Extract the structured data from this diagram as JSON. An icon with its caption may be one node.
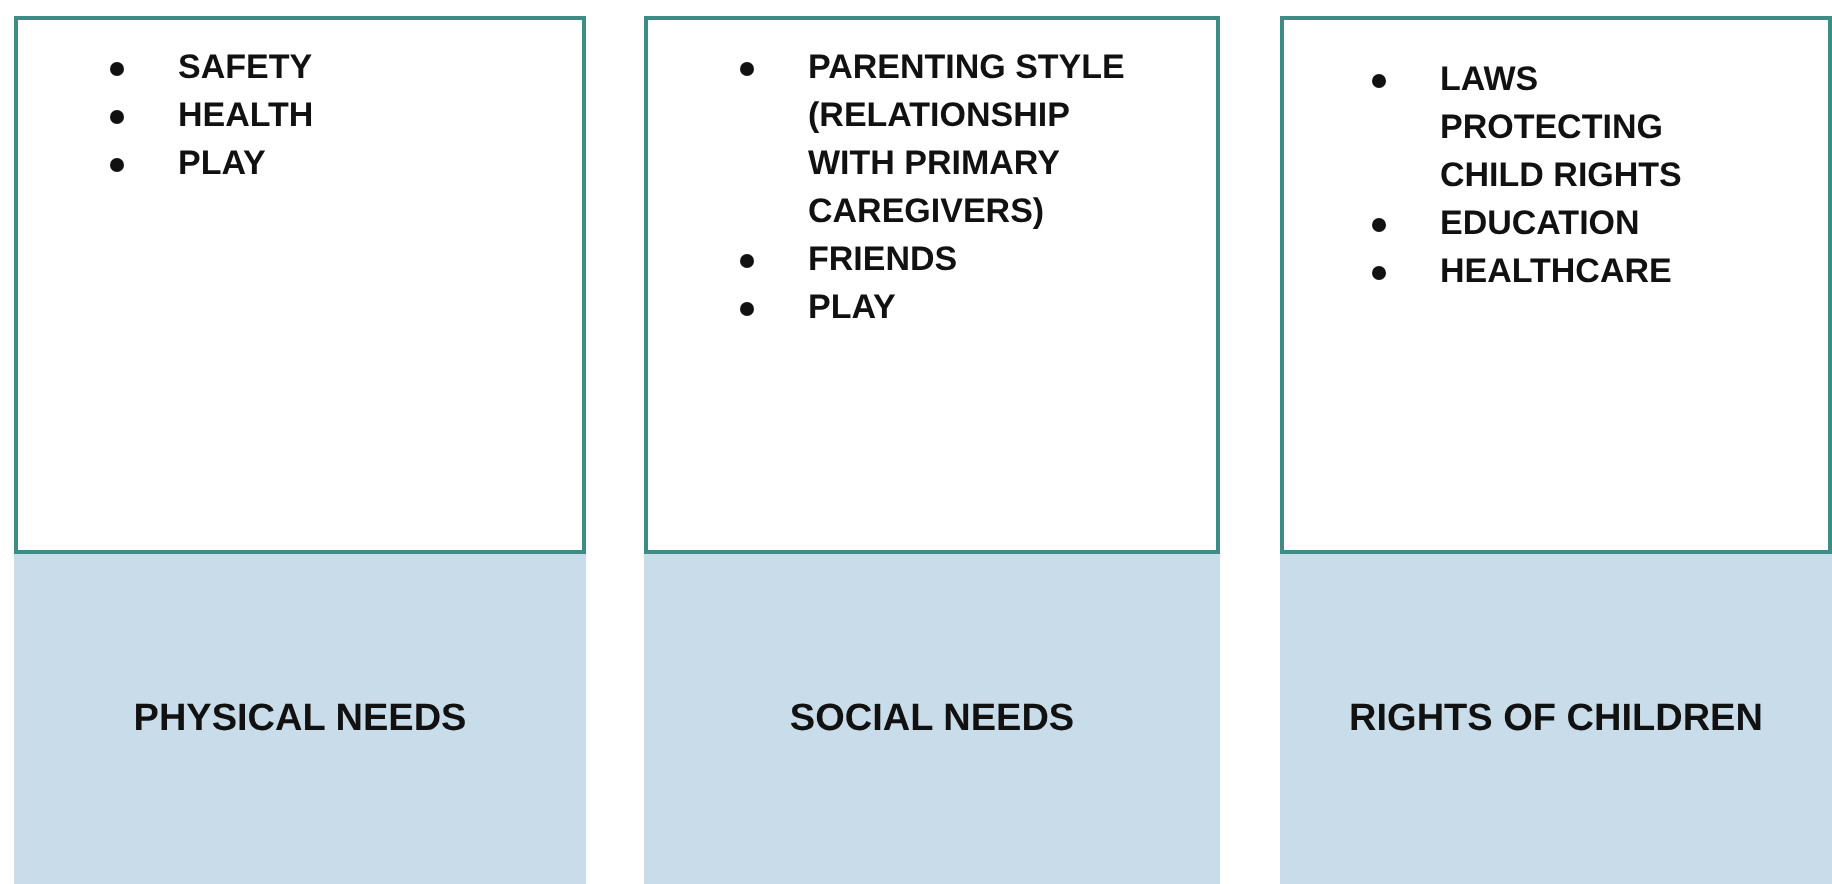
{
  "diagram": {
    "nodes": [
      {
        "text": [
          "SAFETY",
          "HEALTH",
          "PLAY"
        ]
      },
      {
        "text": [
          "PHYSICAL NEEDS"
        ]
      },
      {
        "text": [
          "PARENTING STYLE (RELATIONSHIP WITH PRIMARY CAREGIVERS)",
          "FRIENDS",
          "PLAY"
        ]
      },
      {
        "text": [
          "SOCIAL NEEDS"
        ]
      },
      {
        "text": [
          "LAWS PROTECTING CHILD RIGHTS",
          "EDUCATION",
          "HEALTHCARE"
        ]
      },
      {
        "text": [
          "RIGHTS OF CHILDREN"
        ]
      }
    ],
    "edges": []
  }
}
